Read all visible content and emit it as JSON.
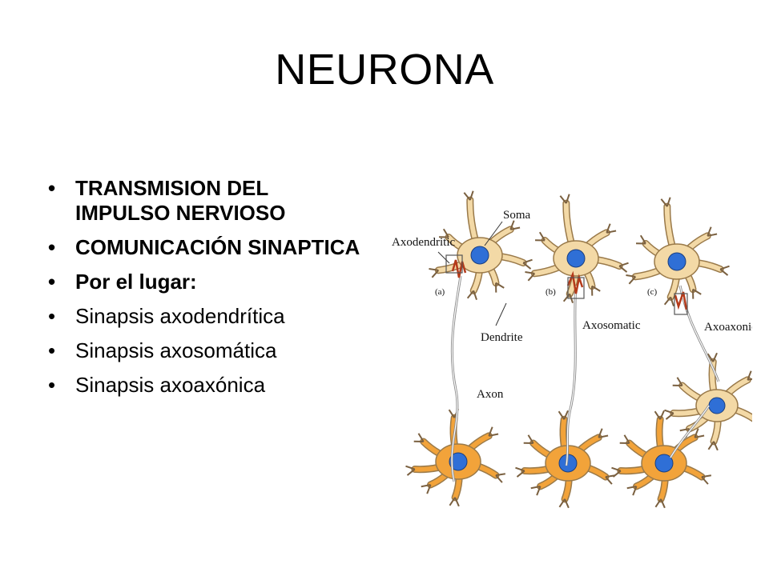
{
  "slide": {
    "title": "NEURONA",
    "bullets": [
      {
        "text": "TRANSMISION DEL IMPULSO NERVIOSO",
        "bold": true
      },
      {
        "text": "COMUNICACIÓN SINAPTICA",
        "bold": true
      },
      {
        "text": "Por el lugar:",
        "bold": true
      },
      {
        "text": "Sinapsis axodendrítica",
        "bold": false
      },
      {
        "text": "Sinapsis axosomática",
        "bold": false
      },
      {
        "text": "Sinapsis axoaxónica",
        "bold": false
      }
    ],
    "bullet_glyph": "•"
  },
  "figure": {
    "labels": {
      "soma": "Soma",
      "axodendritic": "Axodendritic",
      "a": "(a)",
      "b": "(b)",
      "c": "(c)",
      "dendrite": "Dendrite",
      "axosomatic": "Axosomatic",
      "axoaxonic": "Axoaxonic",
      "axon": "Axon"
    },
    "colors": {
      "upper_neuron": "#f3d9a6",
      "lower_neuron": "#f2a33a",
      "nucleus": "#2f6fd6",
      "axon_stroke": "#8a8a8a",
      "synapse": "#b43a1a"
    }
  }
}
